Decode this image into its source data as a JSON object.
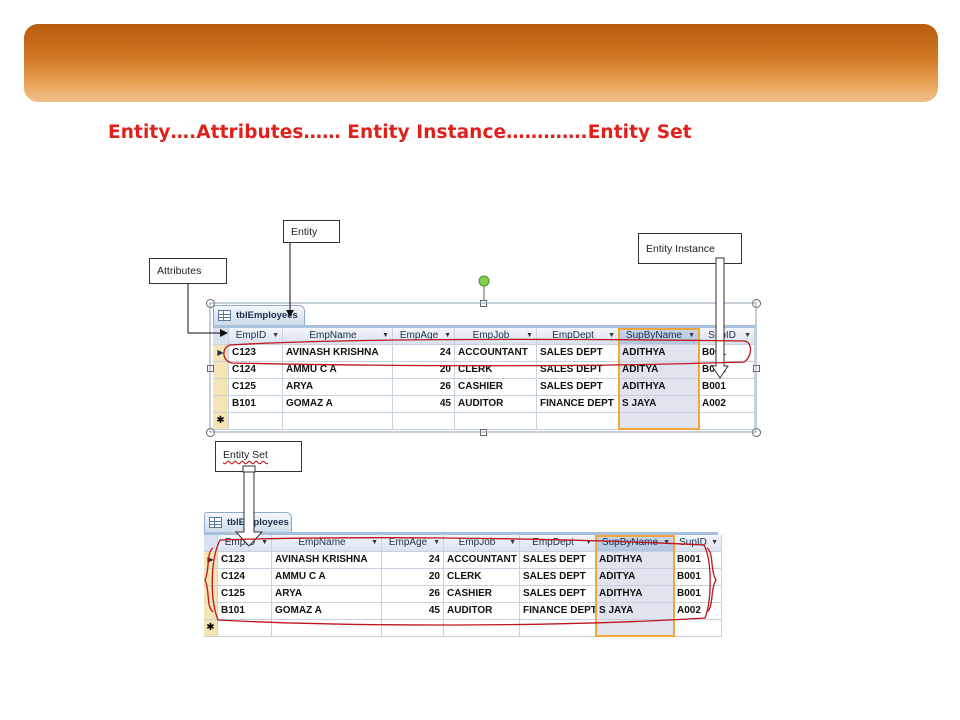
{
  "slide": {
    "title": "Entity….Attributes…… Entity Instance………….Entity Set"
  },
  "callouts": {
    "entity": "Entity",
    "attributes": "Attributes",
    "entity_instance": "Entity Instance",
    "entity_set": "Entity  Set"
  },
  "table": {
    "tab_name": "tblEmployees",
    "columns": [
      "EmpID",
      "EmpName",
      "EmpAge",
      "EmpJob",
      "EmpDept",
      "SupByName",
      "SupID"
    ],
    "rows": [
      [
        "C123",
        "AVINASH KRISHNA",
        "24",
        "ACCOUNTANT",
        "SALES DEPT",
        "ADITHYA",
        "B001"
      ],
      [
        "C124",
        "AMMU C A",
        "20",
        "CLERK",
        "SALES DEPT",
        "ADITYA",
        "B001"
      ],
      [
        "C125",
        "ARYA",
        "26",
        "CASHIER",
        "SALES DEPT",
        "ADITHYA",
        "B001"
      ],
      [
        "B101",
        "GOMAZ A",
        "45",
        "AUDITOR",
        "FINANCE DEPT",
        "S JAYA",
        "A002"
      ]
    ],
    "new_row_marker": "✱"
  },
  "colors": {
    "title": "#e0201a",
    "banner": "#cf7420",
    "highlight_column": "#f4a53c",
    "annotation_ink": "#c0141c"
  }
}
